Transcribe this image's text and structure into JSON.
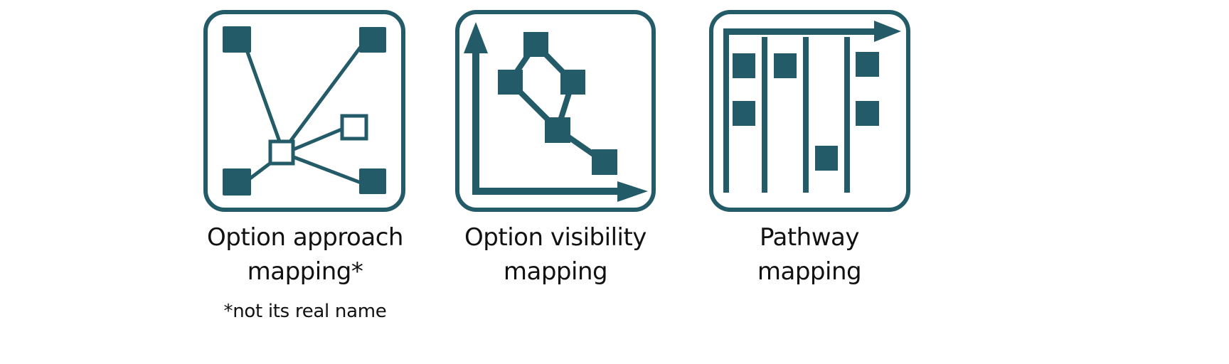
{
  "colors": {
    "accent": "#245b68",
    "background": "#ffffff",
    "text": "#111111"
  },
  "items": [
    {
      "icon": "network-map-icon",
      "label_line1": "Option approach",
      "label_line2": "mapping*"
    },
    {
      "icon": "visibility-chart-icon",
      "label_line1": "Option visibility",
      "label_line2": "mapping"
    },
    {
      "icon": "pathway-lanes-icon",
      "label_line1": "Pathway",
      "label_line2": "mapping"
    }
  ],
  "footnote": "*not its real name"
}
